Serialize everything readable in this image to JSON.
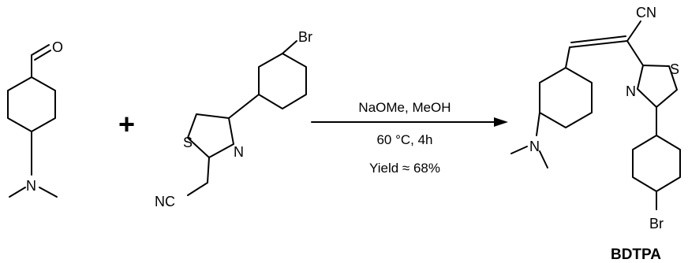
{
  "reactant_aldehyde": {
    "oxygen_label": "O",
    "nitrogen_label": "N",
    "ring_color": "#f4a460",
    "oxygen_color": "#e02020"
  },
  "plus_sign": "+",
  "reactant_thiazole": {
    "bromine_label": "Br",
    "sulfur_label": "S",
    "nitrogen_label": "N",
    "nitrile_label": "NC",
    "ring_color": "#c79bf0"
  },
  "reaction": {
    "reagents": "NaOMe, MeOH",
    "conditions": "60 °C, 4h",
    "yield": "Yield ≈ 68%"
  },
  "product": {
    "nitrile_label": "CN",
    "sulfur_label": "S",
    "thiazole_nitrogen_label": "N",
    "amine_nitrogen_label": "N",
    "bromine_label": "Br",
    "name": "BDTPA",
    "aryl_ring_color": "#f4a460",
    "ring_color": "#c79bf0"
  }
}
